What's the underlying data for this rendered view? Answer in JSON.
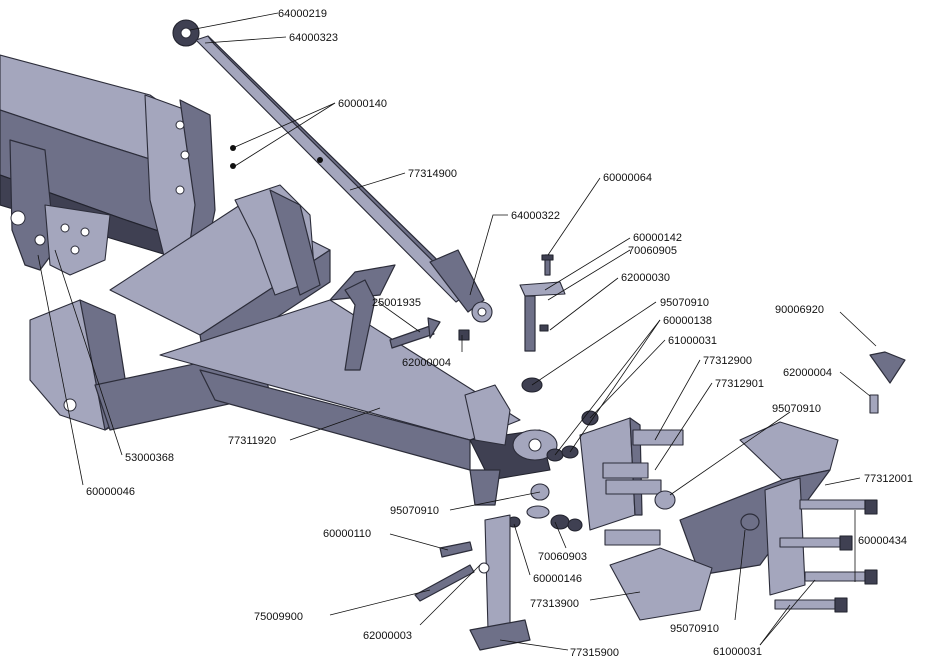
{
  "diagram": {
    "parts": [
      {
        "id": "p01",
        "label": "64000219"
      },
      {
        "id": "p02",
        "label": "64000323"
      },
      {
        "id": "p03",
        "label": "60000140"
      },
      {
        "id": "p04",
        "label": "77314900"
      },
      {
        "id": "p05",
        "label": "60000064"
      },
      {
        "id": "p06",
        "label": "64000322"
      },
      {
        "id": "p07",
        "label": "60000142"
      },
      {
        "id": "p08",
        "label": "70060905"
      },
      {
        "id": "p09",
        "label": "62000030"
      },
      {
        "id": "p10",
        "label": "25001935"
      },
      {
        "id": "p11",
        "label": "95070910"
      },
      {
        "id": "p12",
        "label": "60000138"
      },
      {
        "id": "p13",
        "label": "90006920"
      },
      {
        "id": "p14",
        "label": "62000004"
      },
      {
        "id": "p15",
        "label": "61000031"
      },
      {
        "id": "p16",
        "label": "77312900"
      },
      {
        "id": "p17",
        "label": "62000004"
      },
      {
        "id": "p18",
        "label": "77312901"
      },
      {
        "id": "p19",
        "label": "95070910"
      },
      {
        "id": "p20",
        "label": "77311920"
      },
      {
        "id": "p21",
        "label": "53000368"
      },
      {
        "id": "p22",
        "label": "77312001"
      },
      {
        "id": "p23",
        "label": "60000046"
      },
      {
        "id": "p24",
        "label": "95070910"
      },
      {
        "id": "p25",
        "label": "60000434"
      },
      {
        "id": "p26",
        "label": "60000110"
      },
      {
        "id": "p27",
        "label": "70060903"
      },
      {
        "id": "p28",
        "label": "60000146"
      },
      {
        "id": "p29",
        "label": "77313900"
      },
      {
        "id": "p30",
        "label": "75009900"
      },
      {
        "id": "p31",
        "label": "95070910"
      },
      {
        "id": "p32",
        "label": "62000003"
      },
      {
        "id": "p33",
        "label": "61000031"
      },
      {
        "id": "p34",
        "label": "77315900"
      }
    ]
  }
}
